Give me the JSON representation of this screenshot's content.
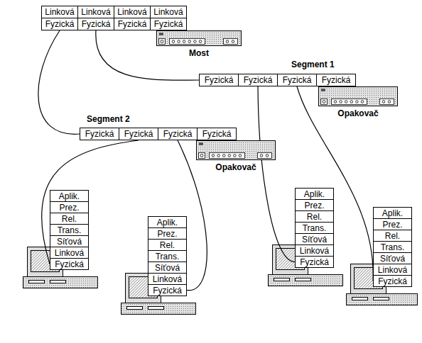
{
  "diagram": {
    "nodes": [
      {
        "text": [
          "Linková"
        ]
      },
      {
        "text": [
          "Linková"
        ]
      },
      {
        "text": [
          "Linková"
        ]
      },
      {
        "text": [
          "Linková"
        ]
      },
      {
        "text": [
          "Fyzická"
        ]
      },
      {
        "text": [
          "Fyzická"
        ]
      },
      {
        "text": [
          "Fyzická"
        ]
      },
      {
        "text": [
          "Fyzická"
        ]
      },
      {
        "text": [
          "Most"
        ]
      },
      {
        "text": [
          "Fyzická"
        ]
      },
      {
        "text": [
          "Fyzická"
        ]
      },
      {
        "text": [
          "Fyzická"
        ]
      },
      {
        "text": [
          "Fyzická"
        ]
      },
      {
        "text": [
          "Opakovač"
        ]
      },
      {
        "text": [
          "Fyzická"
        ]
      },
      {
        "text": [
          "Fyzická"
        ]
      },
      {
        "text": [
          "Fyzická"
        ]
      },
      {
        "text": [
          "Fyzická"
        ]
      },
      {
        "text": [
          "Opakovač"
        ]
      },
      {
        "text": [
          "Aplik."
        ]
      },
      {
        "text": [
          "Prez."
        ]
      },
      {
        "text": [
          "Rel."
        ]
      },
      {
        "text": [
          "Trans."
        ]
      },
      {
        "text": [
          "Síťová"
        ]
      },
      {
        "text": [
          "Linková"
        ]
      },
      {
        "text": [
          "Fyzická"
        ]
      },
      {
        "text": [
          "Aplik."
        ]
      },
      {
        "text": [
          "Prez."
        ]
      },
      {
        "text": [
          "Rel."
        ]
      },
      {
        "text": [
          "Trans."
        ]
      },
      {
        "text": [
          "Síťová"
        ]
      },
      {
        "text": [
          "Linková"
        ]
      },
      {
        "text": [
          "Fyzická"
        ]
      },
      {
        "text": [
          "Aplik."
        ]
      },
      {
        "text": [
          "Prez."
        ]
      },
      {
        "text": [
          "Rel."
        ]
      },
      {
        "text": [
          "Trans."
        ]
      },
      {
        "text": [
          "Síťová"
        ]
      },
      {
        "text": [
          "Linková"
        ]
      },
      {
        "text": [
          "Fyzická"
        ]
      },
      {
        "text": [
          "Aplik."
        ]
      },
      {
        "text": [
          "Prez."
        ]
      },
      {
        "text": [
          "Rel."
        ]
      },
      {
        "text": [
          "Trans."
        ]
      },
      {
        "text": [
          "Síťová"
        ]
      },
      {
        "text": [
          "Linková"
        ]
      },
      {
        "text": [
          "Fyzická"
        ]
      }
    ],
    "edges": [
      {
        "from": 4,
        "to": 14,
        "arrow": "none"
      },
      {
        "from": 5,
        "to": 9,
        "arrow": "none"
      },
      {
        "from": 10,
        "to": 39,
        "arrow": "none"
      },
      {
        "from": 11,
        "to": 46,
        "arrow": "none"
      },
      {
        "from": 15,
        "to": 25,
        "arrow": "none"
      },
      {
        "from": 16,
        "to": 32,
        "arrow": "none"
      }
    ],
    "labels": [
      "Segment 1",
      "Segment 2"
    ]
  }
}
